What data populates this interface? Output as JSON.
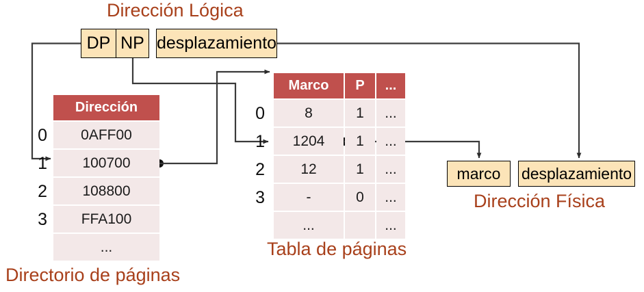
{
  "diagram": {
    "titles": {
      "logical_address": "Dirección Lógica",
      "page_table": "Tabla de páginas",
      "physical_address": "Dirección Física",
      "page_directory": "Directorio de páginas"
    },
    "logical_address_fields": [
      {
        "name": "dp",
        "label": "DP"
      },
      {
        "name": "np",
        "label": "NP"
      },
      {
        "name": "offset",
        "label": "desplazamiento"
      }
    ],
    "physical_address_fields": [
      {
        "name": "frame",
        "label": "marco"
      },
      {
        "name": "offset",
        "label": "desplazamiento"
      }
    ],
    "page_directory": {
      "headers": [
        "Dirección"
      ],
      "row_indices": [
        "0",
        "1",
        "2",
        "3"
      ],
      "rows": [
        {
          "index": "0",
          "direccion": "0AFF00"
        },
        {
          "index": "1",
          "direccion": "100700"
        },
        {
          "index": "2",
          "direccion": "108800"
        },
        {
          "index": "3",
          "direccion": "FFA100"
        },
        {
          "index": "",
          "direccion": "..."
        }
      ]
    },
    "page_table": {
      "headers": [
        "Marco",
        "P",
        "..."
      ],
      "row_indices": [
        "0",
        "1",
        "2",
        "3"
      ],
      "rows": [
        {
          "index": "0",
          "marco": "8",
          "p": "1",
          "dots": "..."
        },
        {
          "index": "1",
          "marco": "1204",
          "p": "1",
          "dots": "..."
        },
        {
          "index": "2",
          "marco": "12",
          "p": "1",
          "dots": "..."
        },
        {
          "index": "3",
          "marco": "-",
          "p": "0",
          "dots": "..."
        },
        {
          "index": "",
          "marco": "...",
          "p": "",
          "dots": "..."
        }
      ]
    },
    "colors": {
      "title_text": "#a8401b",
      "table_header_bg": "#c0504d",
      "table_header_text": "#ffffff",
      "table_row_bg": "#f3e8e8",
      "field_box_bg": "#fce4b8",
      "connector": "#3a3a3a",
      "page_bg": "#ffffff"
    }
  }
}
